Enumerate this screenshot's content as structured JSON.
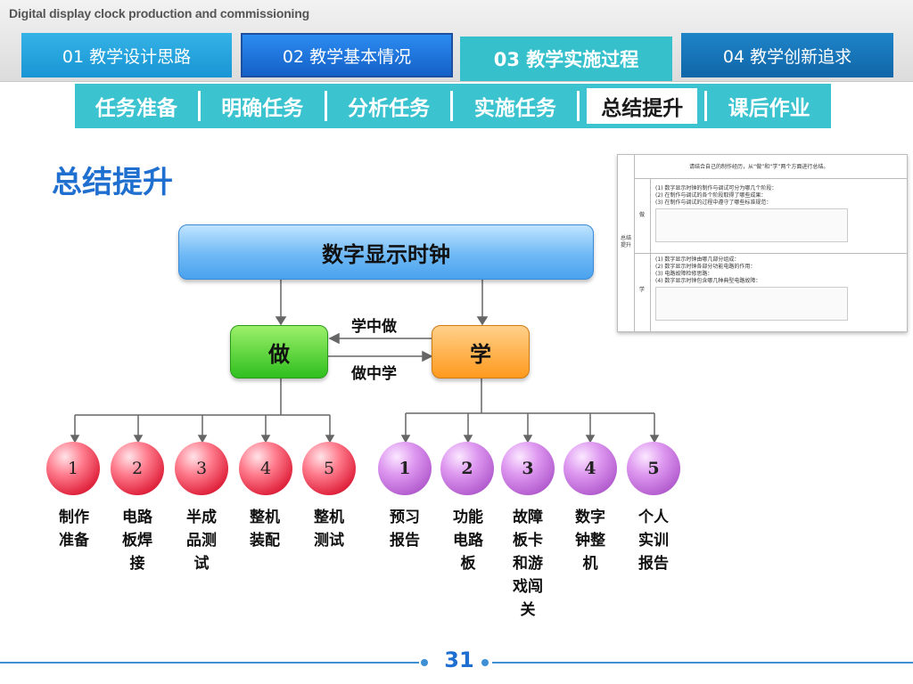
{
  "header": {
    "title": "Digital display clock production and commissioning",
    "main_tabs": [
      {
        "label": "01 教学设计思路"
      },
      {
        "label": "02 教学基本情况"
      },
      {
        "label": "03 教学实施过程"
      },
      {
        "label": "04 教学创新追求"
      }
    ],
    "sub_tabs": [
      {
        "label": "任务准备"
      },
      {
        "label": "明确任务"
      },
      {
        "label": "分析任务"
      },
      {
        "label": "实施任务"
      },
      {
        "label": "总结提升",
        "active": true
      },
      {
        "label": "课后作业"
      }
    ]
  },
  "section_title": "总结提升",
  "diagram": {
    "root": "数字显示时钟",
    "do": "做",
    "learn": "学",
    "learn_in_doing": "学中做",
    "doing_in_learning": "做中学",
    "do_items": [
      {
        "num": "1",
        "label": "制作准备"
      },
      {
        "num": "2",
        "label": "电路板焊接"
      },
      {
        "num": "3",
        "label": "半成品测试"
      },
      {
        "num": "4",
        "label": "整机装配"
      },
      {
        "num": "5",
        "label": "整机测试"
      }
    ],
    "learn_items": [
      {
        "num": "1",
        "label": "预习报告"
      },
      {
        "num": "2",
        "label": "功能电路板"
      },
      {
        "num": "3",
        "label": "故障板卡和游戏闯关"
      },
      {
        "num": "4",
        "label": "数字钟整机"
      },
      {
        "num": "5",
        "label": "个人实训报告"
      }
    ]
  },
  "form": {
    "instruction": "请结合自己的制作经历，从“做”和“学”两个方面进行总结。",
    "row_label": "总结提升",
    "do_label": "做",
    "learn_label": "学",
    "do_questions": [
      "(1) 数字显示时钟的制作与调试可分为哪几个阶段：",
      "(2) 在制作与调试的各个阶段取得了哪些成果：",
      "(3) 在制作与调试的过程中遵守了哪些标准规范："
    ],
    "learn_questions": [
      "(1) 数字显示时钟由哪几部分组成：",
      "(2) 数字显示时钟各部分功能电路的作用：",
      "(3) 电路故障检修思路：",
      "(4) 数字显示时钟包含哪几种典型电路故障："
    ]
  },
  "page_number": "31",
  "colors": {
    "accent_blue": "#1f6fd0",
    "teal": "#3bc3cf",
    "do_green": "#2fbf1e",
    "learn_orange": "#ff9a1e",
    "ball_red": "#e0243e",
    "ball_purple": "#b55fd0"
  }
}
